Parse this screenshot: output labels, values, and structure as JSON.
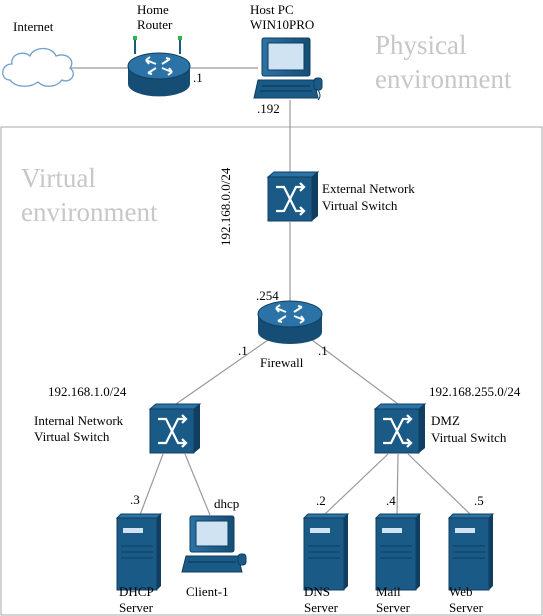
{
  "environments": {
    "physical_line1": "Physical",
    "physical_line2": "environment",
    "virtual_line1": "Virtual",
    "virtual_line2": "environment"
  },
  "nodes": {
    "internet": "Internet",
    "router_line1": "Home",
    "router_line2": "Router",
    "host_line1": "Host PC",
    "host_line2": "WIN10PRO",
    "ext_switch_line1": "External Network",
    "ext_switch_line2": "Virtual Switch",
    "firewall": "Firewall",
    "int_switch_line1": "Internal Network",
    "int_switch_line2": "Virtual Switch",
    "dmz_switch_line1": "DMZ",
    "dmz_switch_line2": "Virtual Switch",
    "dhcp_line1": "DHCP",
    "dhcp_line2": "Server",
    "client": "Client-1",
    "dns_line1": "DNS",
    "dns_line2": "Server",
    "mail_line1": "Mail",
    "mail_line2": "Server",
    "web_line1": "Web",
    "web_line2": "Server"
  },
  "addresses": {
    "router_ip": ".1",
    "host_ip": ".192",
    "ext_subnet": "192.168.0.0/24",
    "fw_outside": ".254",
    "fw_left": ".1",
    "fw_right": ".1",
    "int_subnet": "192.168.1.0/24",
    "dmz_subnet": "192.168.255.0/24",
    "dhcp_ip": ".3",
    "client_ip": "dhcp",
    "dns_ip": ".2",
    "mail_ip": ".4",
    "web_ip": ".5"
  },
  "colors": {
    "device_blue": "#1a5a86",
    "device_blue_dark": "#0f3e60",
    "line_gray": "#9a9a9a",
    "env_text": "#c7c7c7",
    "cloud_stroke": "#6f9fcf",
    "cloud_fill": "#ffffff"
  },
  "icons": [
    "cloud-icon",
    "router-icon",
    "workstation-icon",
    "switch-icon",
    "server-icon"
  ]
}
